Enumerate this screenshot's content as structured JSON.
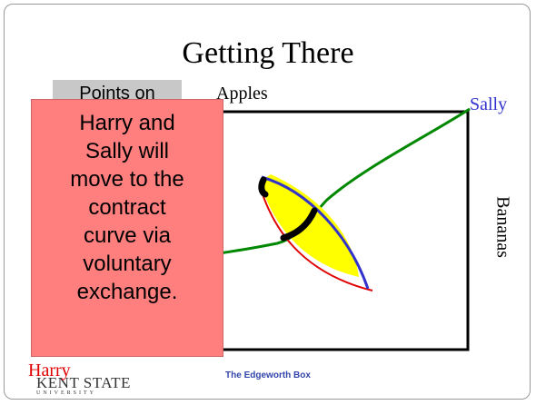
{
  "slide": {
    "title": "Getting There",
    "points_box_text": "Points on",
    "callout_lines": [
      "Harry and",
      "Sally will",
      "move to the",
      "contract",
      "curve via",
      "voluntary",
      "exchange."
    ],
    "axis_top_label": "Apples",
    "axis_right_label": "Bananas",
    "origin_bottom_left": "Harry",
    "origin_top_right": "Sally",
    "logo_main": "KENT STATE",
    "logo_sub": "UNIVERSITY",
    "footer": "The Edgeworth Box"
  },
  "colors": {
    "callout_fill": "#ff7f7f",
    "lens_fill": "#ffff00",
    "harry_curve": "#e00000",
    "sally_curve": "#3333cc",
    "contract_curve": "#008800",
    "box_border": "#000000"
  }
}
